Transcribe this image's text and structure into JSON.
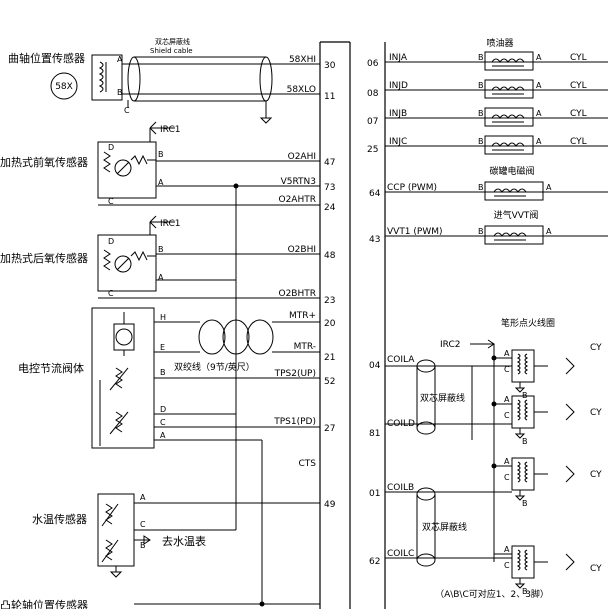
{
  "left_sensors": {
    "crank_sensor": "曲轴位置传感器",
    "crank_badge": "58X",
    "shield_cn": "双芯屏蔽线",
    "shield_en": "Shield cable",
    "front_o2": "加热式前氧传感器",
    "rear_o2": "加热式后氧传感器",
    "throttle": "电控节流阀体",
    "twisted_pair": "双绞线（9节/英尺）",
    "coolant": "水温传感器",
    "to_gauge": "去水温表",
    "cam_sensor": "凸轮轴位置传感器",
    "irc1_a": "IRC1",
    "irc1_b": "IRC1"
  },
  "left_pins": [
    {
      "signal": "58XHI",
      "pin": "30"
    },
    {
      "signal": "58XLO",
      "pin": "11"
    },
    {
      "signal": "O2AHI",
      "pin": "47"
    },
    {
      "signal": "V5RTN3",
      "pin": "73"
    },
    {
      "signal": "O2AHTR",
      "pin": "24"
    },
    {
      "signal": "O2BHI",
      "pin": "48"
    },
    {
      "signal": "O2BHTR",
      "pin": "23"
    },
    {
      "signal": "MTR+",
      "pin": "20"
    },
    {
      "signal": "MTR-",
      "pin": "21"
    },
    {
      "signal": "TPS2(UP)",
      "pin": "52"
    },
    {
      "signal": "TPS1(PD)",
      "pin": "27"
    },
    {
      "signal": "CTS",
      "pin": ""
    },
    {
      "signal": "",
      "pin": "49"
    }
  ],
  "right_pins": [
    {
      "pin": "06",
      "signal": "INJA",
      "cyl": "CYL"
    },
    {
      "pin": "08",
      "signal": "INJD",
      "cyl": "CYL"
    },
    {
      "pin": "07",
      "signal": "INJB",
      "cyl": "CYL"
    },
    {
      "pin": "25",
      "signal": "INJC",
      "cyl": "CYL"
    },
    {
      "pin": "64",
      "signal": "CCP (PWM)",
      "cyl": ""
    },
    {
      "pin": "43",
      "signal": "VVT1 (PWM)",
      "cyl": ""
    },
    {
      "pin": "04",
      "signal": "COILA",
      "cyl": "CY"
    },
    {
      "pin": "81",
      "signal": "COILD",
      "cyl": "CY"
    },
    {
      "pin": "01",
      "signal": "COILB",
      "cyl": "CY"
    },
    {
      "pin": "62",
      "signal": "COILC",
      "cyl": "CY"
    }
  ],
  "right_labels": {
    "injector": "喷油器",
    "canister": "碳罐电磁阀",
    "vvt": "进气VVT阀",
    "coil": "笔形点火线圈",
    "irc2": "IRC2",
    "shield_1": "双芯屏蔽线",
    "shield_2": "双芯屏蔽线",
    "note": "（A\\B\\C可对应1、2、3脚）"
  },
  "letters": {
    "a": "A",
    "b": "B",
    "c": "C",
    "d": "D",
    "e": "E",
    "h": "H"
  }
}
